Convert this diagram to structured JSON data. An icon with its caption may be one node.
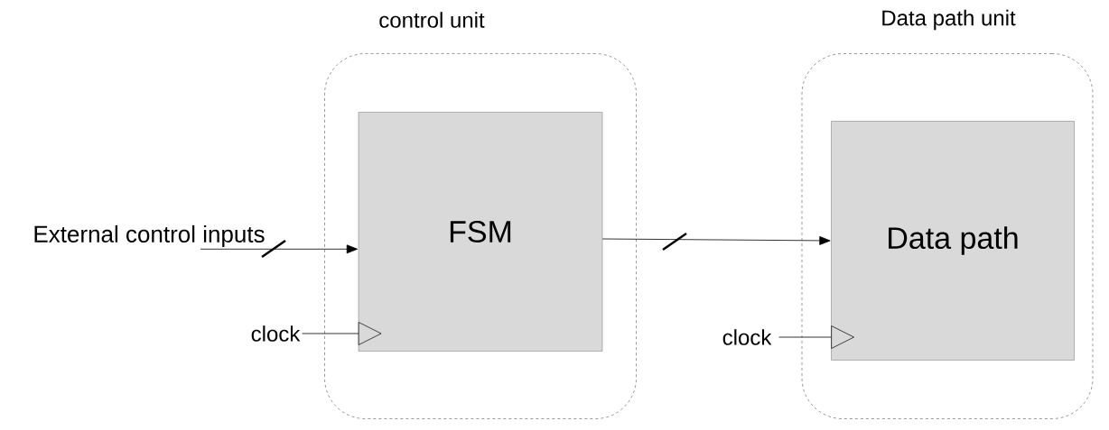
{
  "diagram": {
    "nodes": [
      {
        "text": [
          "control unit"
        ]
      },
      {
        "text": [
          "FSM"
        ],
        "in": 0
      },
      {
        "text": [
          "Data path unit"
        ]
      },
      {
        "text": [
          "Data path"
        ],
        "in": 2
      },
      {
        "text": [
          "External control inputs"
        ]
      },
      {
        "text": [
          "clock"
        ]
      },
      {
        "text": [
          "clock"
        ]
      }
    ],
    "edges": [
      {
        "from": 4,
        "to": 1,
        "arrow": "to"
      },
      {
        "from": 1,
        "to": 3,
        "arrow": "to"
      },
      {
        "from": 5,
        "to": 1,
        "arrow": "to"
      },
      {
        "from": 6,
        "to": 3,
        "arrow": "to"
      }
    ]
  }
}
